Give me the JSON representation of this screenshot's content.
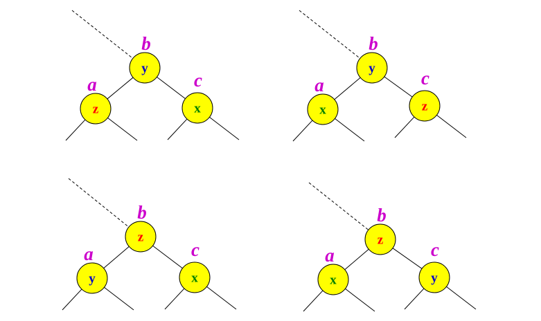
{
  "colors": {
    "node_fill": "#ffff00",
    "position_label": "#cc00cc",
    "x": "#008000",
    "y": "#0000cc",
    "z": "#ff0000"
  },
  "trees": [
    {
      "top": "y",
      "left": "z",
      "right": "x",
      "label_top": "b",
      "label_left": "a",
      "label_right": "c"
    },
    {
      "top": "y",
      "left": "x",
      "right": "z",
      "label_top": "b",
      "label_left": "a",
      "label_right": "c"
    },
    {
      "top": "z",
      "left": "y",
      "right": "x",
      "label_top": "b",
      "label_left": "a",
      "label_right": "c"
    },
    {
      "top": "z",
      "left": "x",
      "right": "y",
      "label_top": "b",
      "label_left": "a",
      "label_right": "c"
    }
  ]
}
